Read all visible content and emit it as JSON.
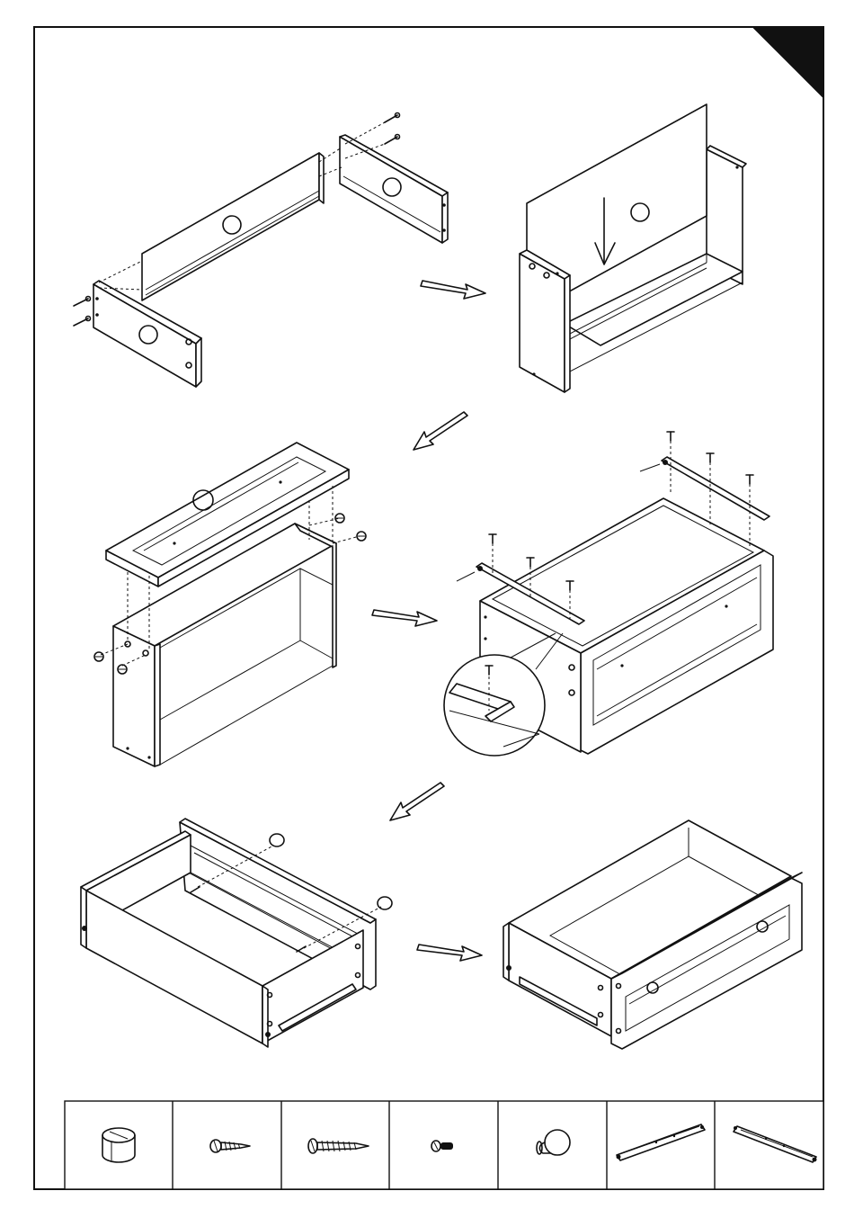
{
  "page": {
    "frame_color": "#111111",
    "corner_tab_color": "#111111"
  },
  "steps": [
    {
      "name": "step-1-side-panels-and-back-rail"
    },
    {
      "name": "step-2-insert-bottom-panel"
    },
    {
      "name": "step-3-attach-front-with-cam-locks"
    },
    {
      "name": "step-4-attach-drawer-slides"
    },
    {
      "name": "step-5-attach-knobs"
    },
    {
      "name": "step-6-finished-drawer"
    }
  ],
  "hardware": [
    {
      "name": "cam-lock",
      "icon": "cam-lock-icon"
    },
    {
      "name": "short-screw",
      "icon": "short-screw-icon"
    },
    {
      "name": "long-screw",
      "icon": "long-screw-icon"
    },
    {
      "name": "knob-bolt",
      "icon": "bolt-icon"
    },
    {
      "name": "knob",
      "icon": "knob-icon"
    },
    {
      "name": "drawer-slide-left",
      "icon": "slide-rail-icon"
    },
    {
      "name": "drawer-slide-right",
      "icon": "slide-rail-icon"
    }
  ]
}
